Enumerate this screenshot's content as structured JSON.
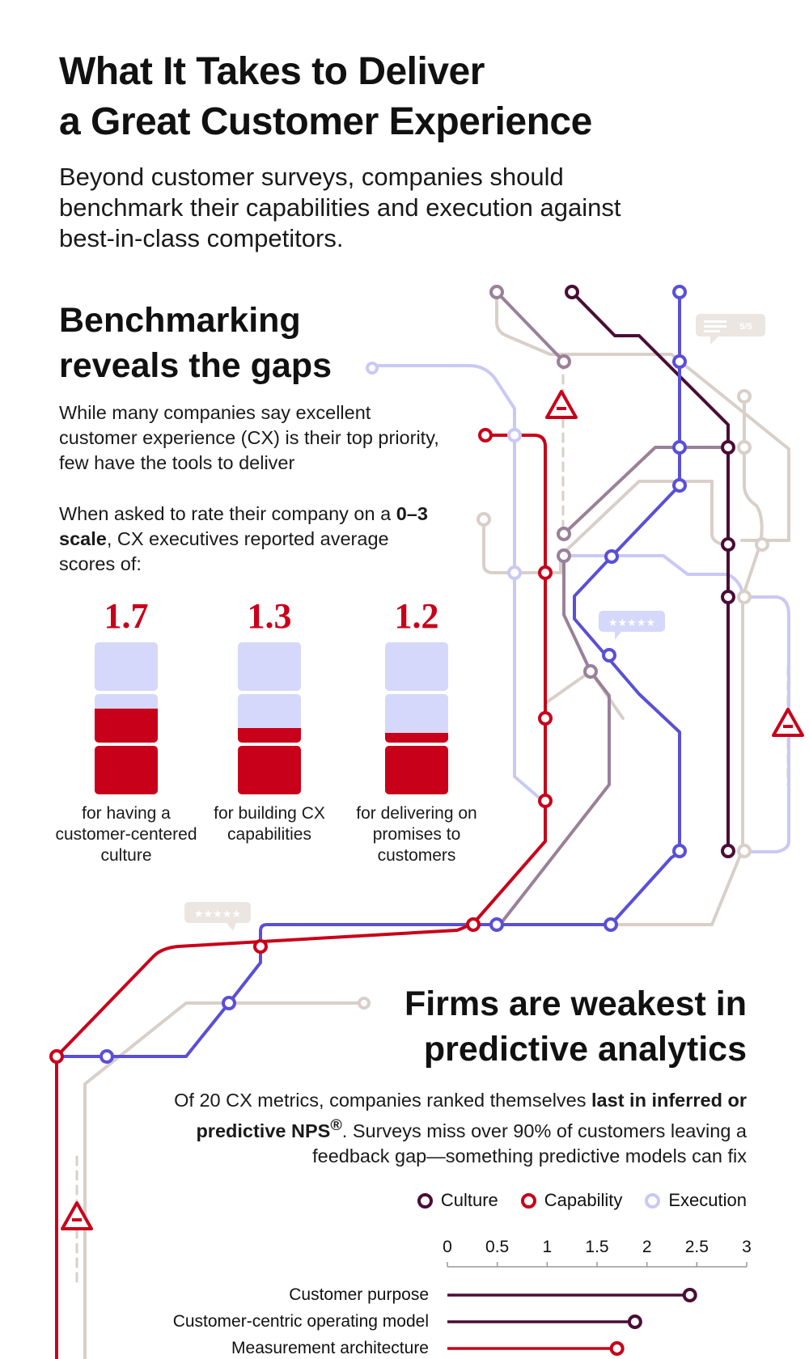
{
  "header": {
    "title_line1": "What It Takes to Deliver",
    "title_line2": "a Great Customer Experience",
    "intro": "Beyond customer surveys, companies should benchmark their capabilities and execution against best-in-class competitors."
  },
  "benchmark": {
    "heading_line1": "Benchmarking",
    "heading_line2": "reveals the gaps",
    "para1": "While many companies say excellent customer experience (CX) is their top priority, few have the tools to deliver",
    "para2_pre": "When asked to rate their company on a ",
    "para2_bold": "0–3 scale",
    "para2_post": ", CX executives reported average scores of:",
    "scores": [
      {
        "value": "1.7",
        "score": 1.7,
        "caption": "for having a customer-centered culture"
      },
      {
        "value": "1.3",
        "score": 1.3,
        "caption": "for building CX capabilities"
      },
      {
        "value": "1.2",
        "score": 1.2,
        "caption": "for delivering on promises to customers"
      }
    ]
  },
  "predictive": {
    "heading_line1": "Firms are weakest in",
    "heading_line2": "predictive analytics",
    "para_pre": "Of 20 CX metrics, companies ranked themselves ",
    "para_bold": "last in inferred or predictive NPS",
    "para_sup": "®",
    "para_post": ". Surveys miss over 90% of customers leaving a feedback gap—something predictive models can fix"
  },
  "map_badges": {
    "review_count": "5/5"
  },
  "colors": {
    "culture": "#4a0d37",
    "capability": "#c8001a",
    "execution": "#c9c9f5",
    "blue": "#5a4fd6",
    "mauve": "#9a8099",
    "beige": "#d9cfc9"
  },
  "chart_data": {
    "type": "dot",
    "legend": [
      "Culture",
      "Capability",
      "Execution"
    ],
    "ticks": [
      "0",
      "0.5",
      "1",
      "1.5",
      "2",
      "2.5",
      "3"
    ],
    "xlim": [
      0,
      3
    ],
    "rows": [
      {
        "label": "Customer purpose",
        "series": "Culture",
        "value": 2.43
      },
      {
        "label": "Customer-centric operating model",
        "series": "Culture",
        "value": 1.88
      },
      {
        "label": "Measurement architecture",
        "series": "Capability",
        "value": 1.7
      }
    ]
  }
}
